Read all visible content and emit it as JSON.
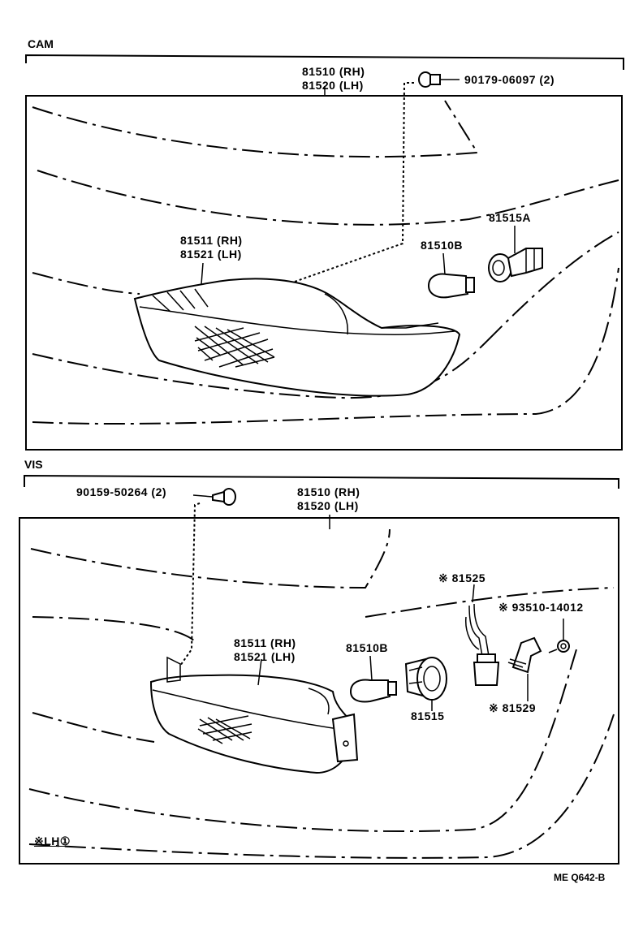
{
  "sections": [
    {
      "title": "CAM",
      "labels": [
        {
          "id": "cam-housing",
          "lines": [
            "81510 (RH)",
            "81520 (LH)"
          ]
        },
        {
          "id": "cam-screw",
          "lines": [
            "90179-06097 (2)"
          ]
        },
        {
          "id": "cam-socket",
          "lines": [
            "81515A"
          ]
        },
        {
          "id": "cam-bulb",
          "lines": [
            "81510B"
          ]
        },
        {
          "id": "cam-lens",
          "lines": [
            "81511 (RH)",
            "81521 (LH)"
          ]
        }
      ]
    },
    {
      "title": "VIS",
      "labels": [
        {
          "id": "vis-screw",
          "lines": [
            "90159-50264 (2)"
          ]
        },
        {
          "id": "vis-housing",
          "lines": [
            "81510 (RH)",
            "81520 (LH)"
          ]
        },
        {
          "id": "vis-wire",
          "lines": [
            "※ 81525"
          ]
        },
        {
          "id": "vis-nut",
          "lines": [
            "※ 93510-14012"
          ]
        },
        {
          "id": "vis-bulb",
          "lines": [
            "81510B"
          ]
        },
        {
          "id": "vis-lens",
          "lines": [
            "81511 (RH)",
            "81521 (LH)"
          ]
        },
        {
          "id": "vis-socket",
          "lines": [
            "81515"
          ]
        },
        {
          "id": "vis-bracket",
          "lines": [
            "※ 81529"
          ]
        }
      ],
      "note": "※LH①"
    }
  ],
  "figure_code": "ME Q642-B"
}
